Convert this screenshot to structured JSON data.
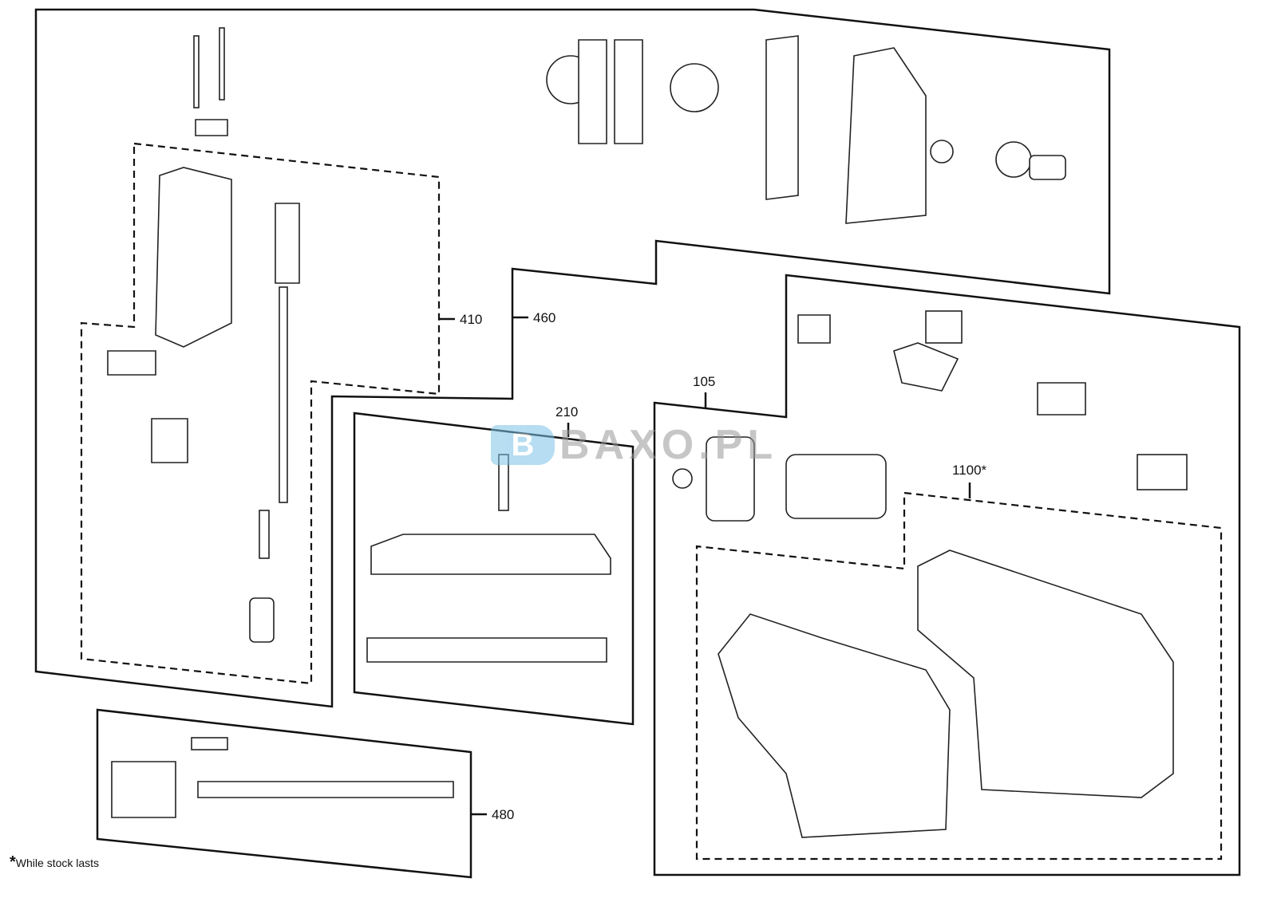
{
  "groups": [
    {
      "id": "410",
      "label": "410"
    },
    {
      "id": "460",
      "label": "460"
    },
    {
      "id": "210",
      "label": "210"
    },
    {
      "id": "105",
      "label": "105"
    },
    {
      "id": "1100",
      "label": "1100*"
    },
    {
      "id": "480",
      "label": "480"
    }
  ],
  "footnote": {
    "asterisk": "*",
    "text": "While stock lasts"
  },
  "watermark": {
    "text": "BAXO.PL",
    "mark": "B",
    "color": "#7cc3e6"
  }
}
